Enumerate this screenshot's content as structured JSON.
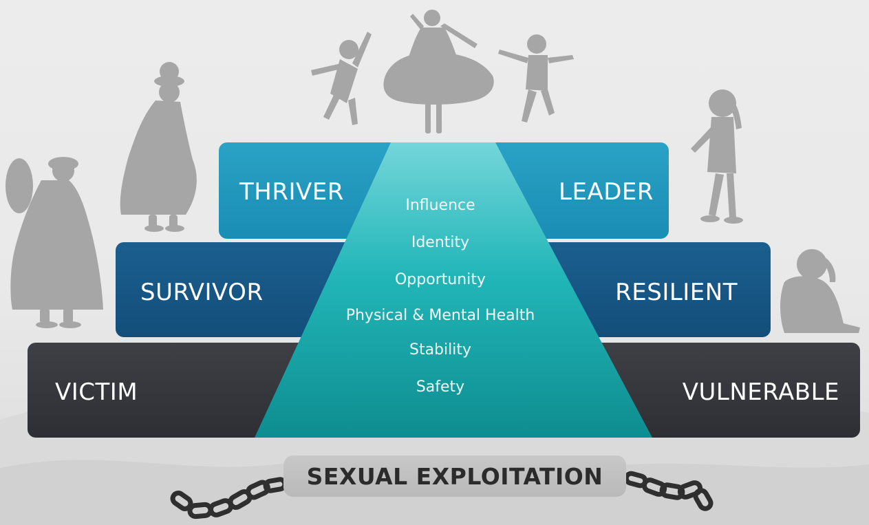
{
  "diagram": {
    "levels": {
      "top": {
        "left": "THRIVER",
        "right": "LEADER"
      },
      "middle": {
        "left": "SURVIVOR",
        "right": "RESILIENT"
      },
      "bottom": {
        "left": "VICTIM",
        "right": "VULNERABLE"
      }
    },
    "pyramid_items": [
      "Influence",
      "Identity",
      "Opportunity",
      "Physical & Mental Health",
      "Stability",
      "Safety"
    ],
    "foundation": "SEXUAL EXPLOITATION"
  },
  "colors": {
    "top_tier": "#1f97bd",
    "middle_tier": "#165783",
    "bottom_tier": "#35373c",
    "pyramid_top": "#6fd3d8",
    "pyramid_bottom": "#0f8f92",
    "silhouette": "#a6a6a6",
    "banner": "#bfbfbf"
  },
  "icons": [
    "woman-with-bundle-silhouette",
    "woman-in-hat-silhouette",
    "jumping-girl-silhouette",
    "dancing-woman-silhouette",
    "jumping-boy-silhouette",
    "standing-girl-silhouette",
    "sitting-child-silhouette",
    "broken-chain-icon"
  ]
}
